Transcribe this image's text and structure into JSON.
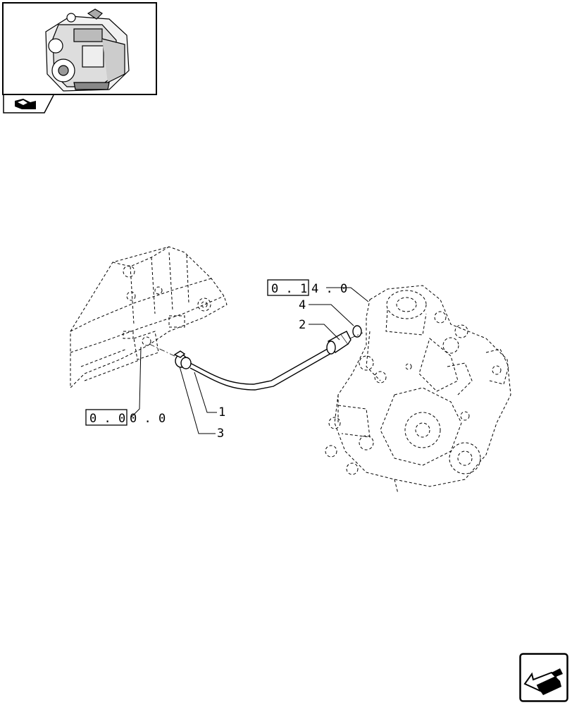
{
  "thumbnail": {
    "icon": "engine-thumbnail-icon",
    "tab_icon": "book-arrow-icon"
  },
  "refs": {
    "ref_pump": {
      "boxed": "0 . 1",
      "rest": "4 . 0"
    },
    "ref_block": {
      "boxed": "0 . 0",
      "rest": "0 . 0"
    }
  },
  "callouts": [
    {
      "id": "c1",
      "label": "1"
    },
    {
      "id": "c2",
      "label": "2"
    },
    {
      "id": "c3",
      "label": "3"
    },
    {
      "id": "c4",
      "label": "4"
    }
  ],
  "navigation": {
    "next_icon": "next-page-arrow-icon"
  }
}
